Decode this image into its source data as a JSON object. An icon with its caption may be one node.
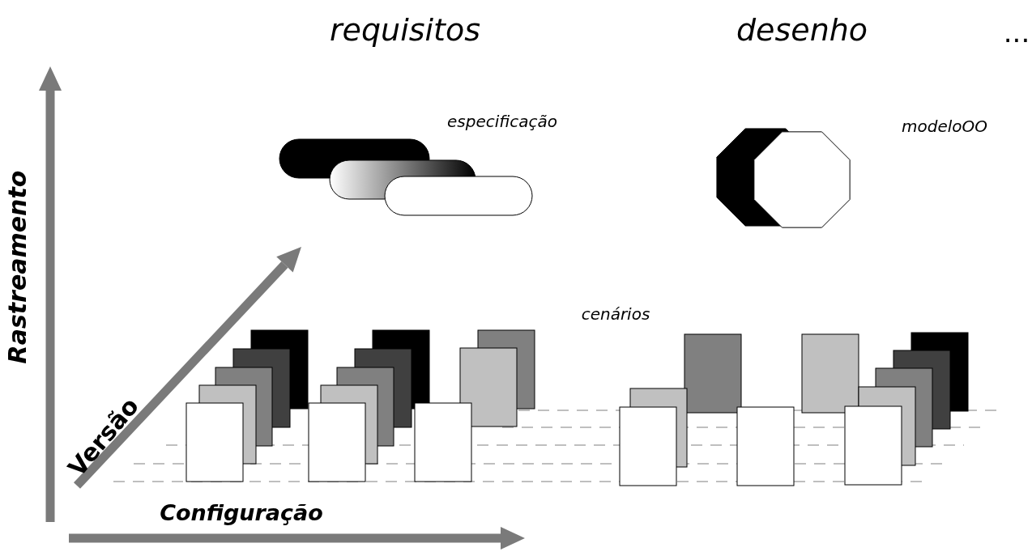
{
  "diagram": {
    "labels": [
      "requisitos",
      "desenho",
      "...",
      "especificação",
      "modeloOO",
      "Rastreamento",
      "cenários",
      "Versão",
      "Configuração"
    ]
  }
}
